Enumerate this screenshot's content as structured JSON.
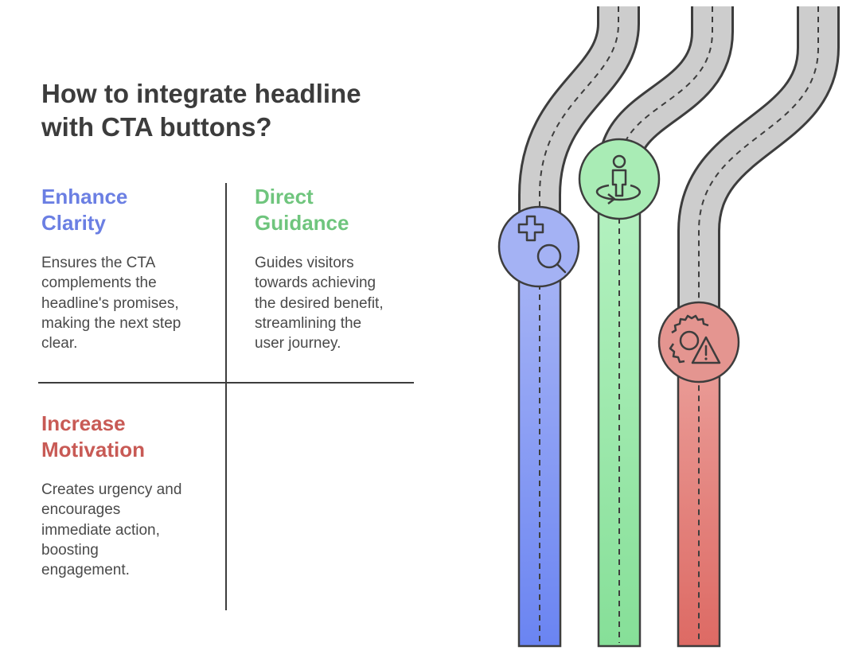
{
  "title": "How to integrate headline with CTA buttons?",
  "colors": {
    "clarity": "#6b7fe3",
    "guidance": "#6fc57d",
    "motivation": "#c85a55",
    "road_gray": "#c8c8c8",
    "outline": "#3d3d3d"
  },
  "items": [
    {
      "heading_line1": "Enhance",
      "heading_line2": "Clarity",
      "description": [
        "Ensures the CTA",
        "complements the",
        "headline's promises,",
        "making the next step",
        "clear."
      ],
      "icon": "health-search-icon"
    },
    {
      "heading_line1": "Direct",
      "heading_line2": "Guidance",
      "description": [
        "Guides visitors",
        "towards achieving",
        "the desired benefit,",
        "streamlining the",
        "user journey."
      ],
      "icon": "person-navigation-icon"
    },
    {
      "heading_line1": "Increase",
      "heading_line2": "Motivation",
      "description": [
        "Creates urgency and",
        "encourages",
        "immediate action,",
        "boosting",
        "engagement."
      ],
      "icon": "gear-warning-icon"
    }
  ]
}
